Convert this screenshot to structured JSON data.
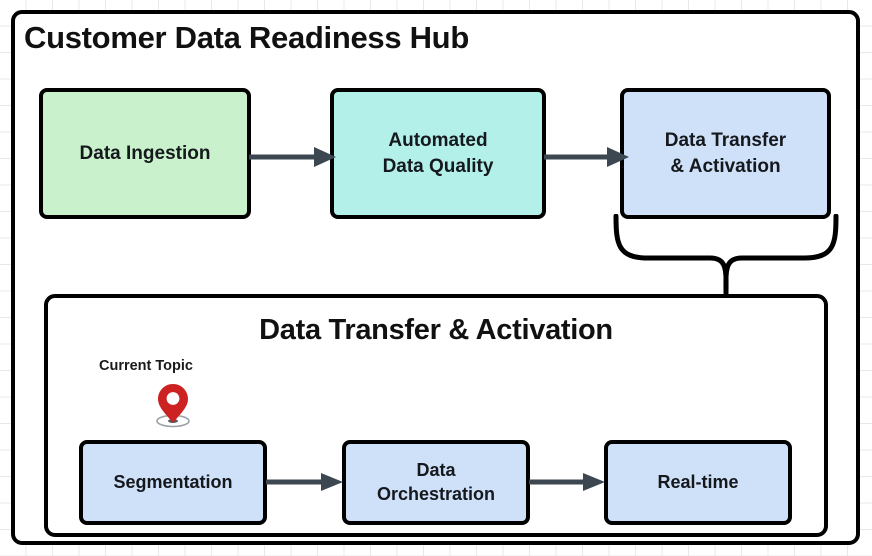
{
  "diagram": {
    "title": "Customer Data Readiness Hub",
    "background": "#ffffff",
    "grid": true,
    "frame_color": "#000000"
  },
  "pipeline": {
    "nodes": [
      {
        "id": "data-ingestion",
        "label": "Data Ingestion",
        "color": "#c9f2cc"
      },
      {
        "id": "automated-quality",
        "label": "Automated\nData Quality",
        "color": "#b3f0ea",
        "line1": "Automated",
        "line2": "Data Quality"
      },
      {
        "id": "data-transfer",
        "label": "Data Transfer\n& Activation",
        "color": "#cfe0f9",
        "line1": "Data Transfer",
        "line2": "& Activation"
      }
    ],
    "arrow_color": "#3d4752"
  },
  "detail_panel": {
    "title": "Data Transfer & Activation",
    "marker": {
      "label": "Current Topic",
      "icon": "map-pin-icon",
      "pin_color": "#cc2222",
      "pin_inner_color": "#ffffff",
      "shadow_color": "#9aa0a6"
    },
    "nodes": [
      {
        "id": "segmentation",
        "label": "Segmentation",
        "color": "#cfe0f9"
      },
      {
        "id": "data-orchestration",
        "label": "Data\nOrchestration",
        "color": "#cfe0f9",
        "line1": "Data",
        "line2": "Orchestration"
      },
      {
        "id": "real-time",
        "label": "Real-time",
        "color": "#cfe0f9"
      }
    ],
    "arrow_color": "#3d4752"
  },
  "connector": {
    "type": "curly-brace",
    "from": "data-transfer",
    "to": "detail-panel"
  }
}
